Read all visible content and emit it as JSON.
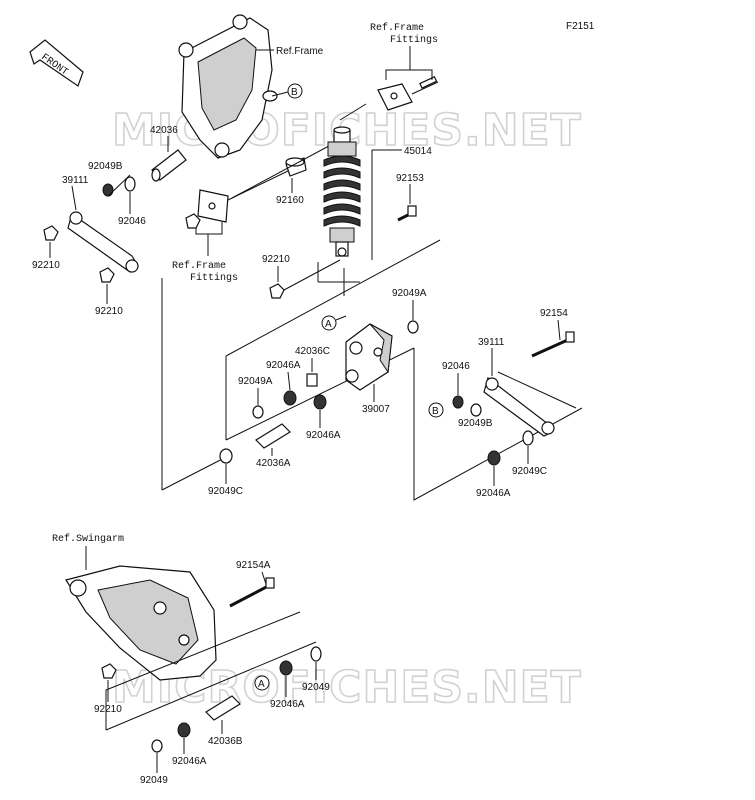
{
  "diagram_code": "F2151",
  "orientation_label": "FRONT",
  "watermark": "MICROFICHES.NET",
  "callouts": {
    "ref_frame": "Ref.Frame",
    "ref_frame_fittings_top_1": "Ref.Frame",
    "ref_frame_fittings_top_2": "Fittings",
    "ref_frame_fittings_mid_1": "Ref.Frame",
    "ref_frame_fittings_mid_2": "Fittings",
    "ref_swingarm": "Ref.Swingarm",
    "marker_a": "A",
    "marker_b": "B"
  },
  "parts": {
    "p42036": "42036",
    "p92049b_l": "92049B",
    "p39111_l": "39111",
    "p92046_l": "92046",
    "p92210_a": "92210",
    "p92210_b": "92210",
    "p92160": "92160",
    "p92210_c": "92210",
    "p45014": "45014",
    "p92153": "92153",
    "p92049a_r": "92049A",
    "p42036c": "42036C",
    "p92046a_1": "92046A",
    "p92049a_l": "92049A",
    "p39007": "39007",
    "p92046a_2": "92046A",
    "p42036a": "42036A",
    "p92049c_l": "92049C",
    "p92154": "92154",
    "p39111_r": "39111",
    "p92046_r": "92046",
    "p92049b_r": "92049B",
    "p92049c_r": "92049C",
    "p92046a_3": "92046A",
    "p92154a": "92154A",
    "p92210_d": "92210",
    "p92049_r": "92049",
    "p92046a_4": "92046A",
    "p42036b": "42036B",
    "p92046a_5": "92046A",
    "p92049_l": "92049"
  }
}
